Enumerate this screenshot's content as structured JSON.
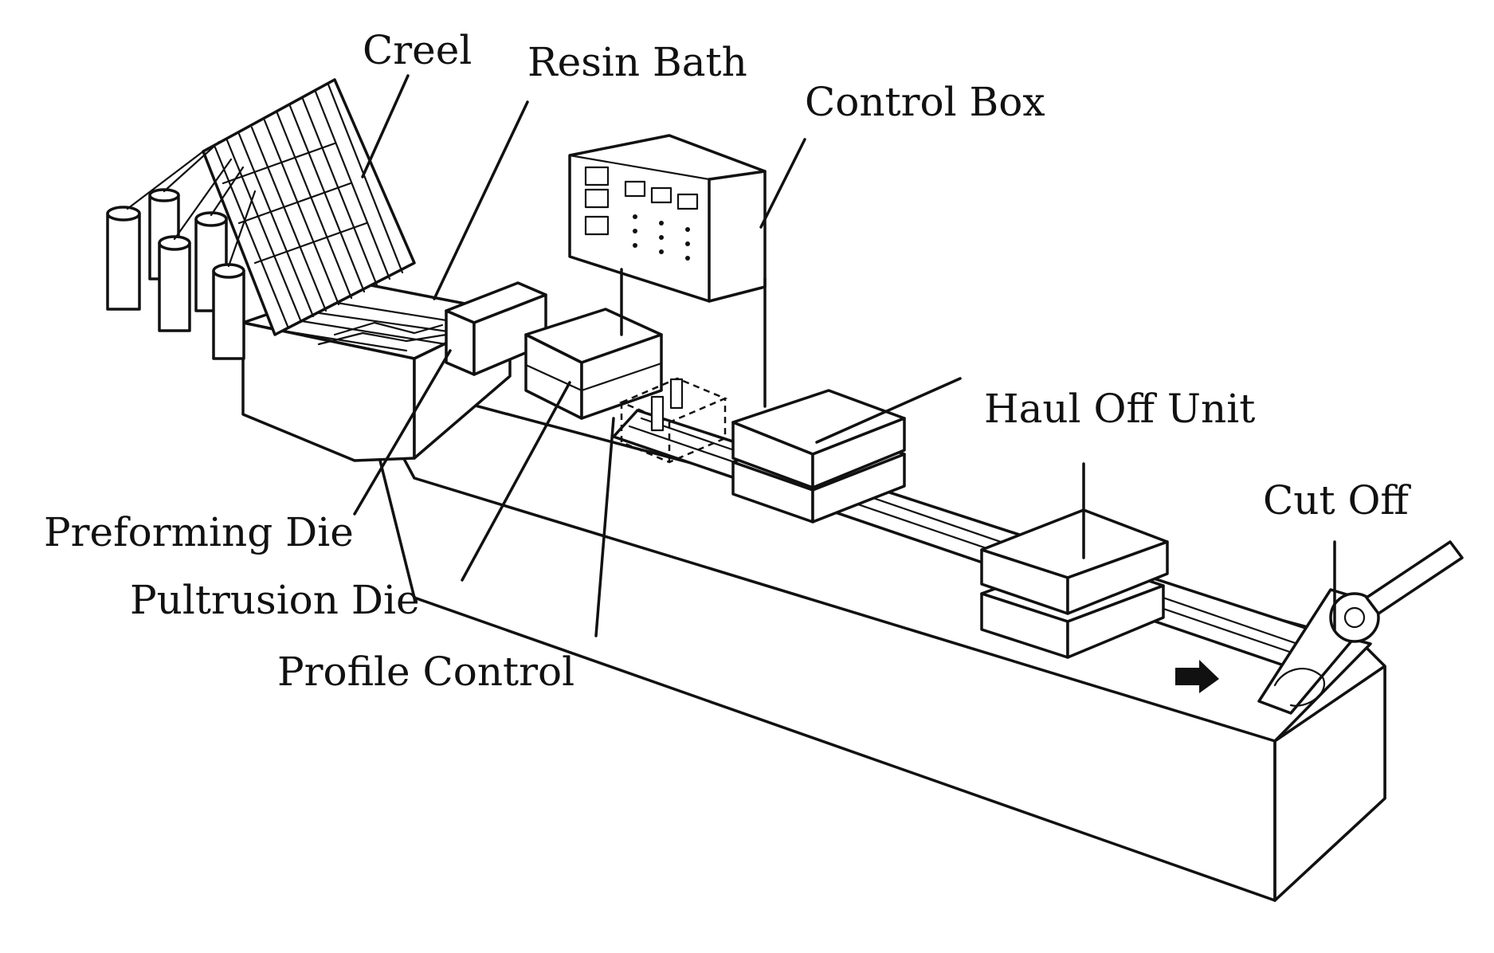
{
  "labels": {
    "creel": "Creel",
    "resin_bath": "Resin Bath",
    "control_box": "Control Box",
    "haul_off_unit": "Haul Off Unit",
    "cut_off": "Cut Off",
    "preforming_die": "Preforming Die",
    "pultrusion_die": "Pultrusion Die",
    "profile_control": "Profile Control"
  }
}
